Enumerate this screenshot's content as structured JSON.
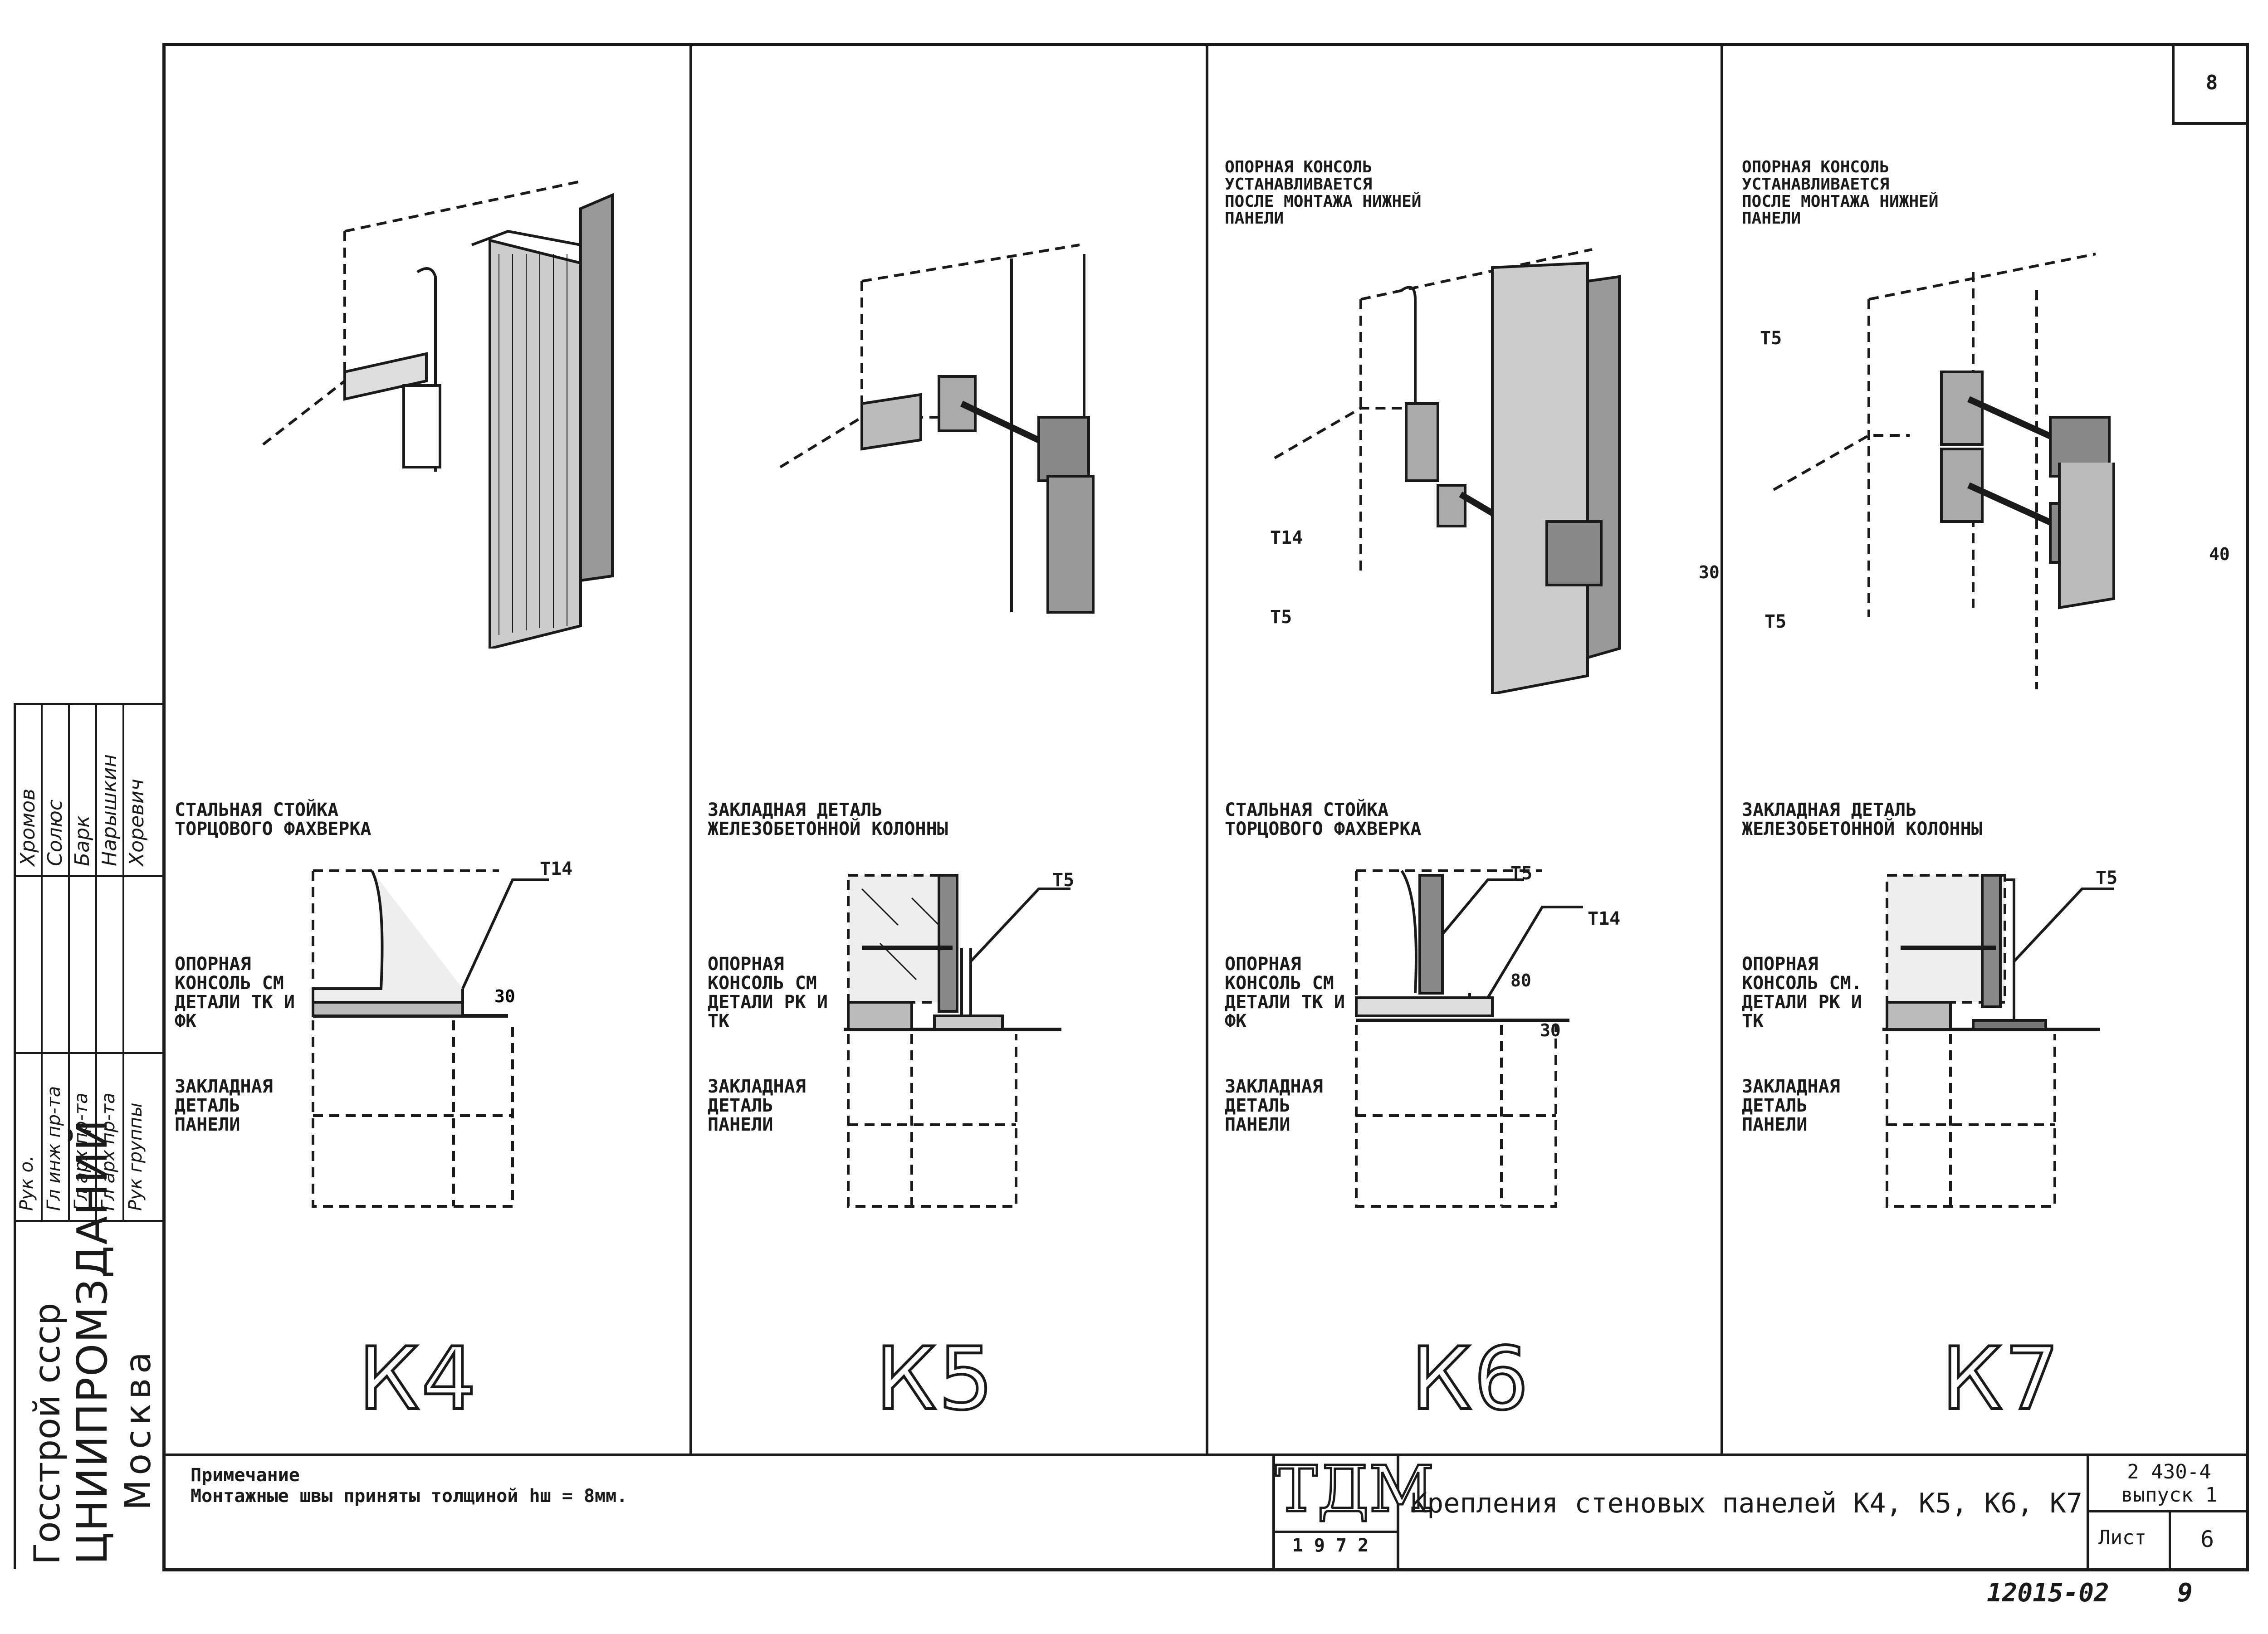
{
  "sheet_corner_number": "8",
  "panels": [
    {
      "id": "K4",
      "label": "К4"
    },
    {
      "id": "K5",
      "label": "К5"
    },
    {
      "id": "K6",
      "label": "К6"
    },
    {
      "id": "K7",
      "label": "К7"
    }
  ],
  "callouts": {
    "k6_console_note": "Опорная консоль устанавливается после монтажа нижней панели",
    "k7_console_note": "Опорная консоль устанавливается после монтажа нижней панели",
    "k4_steel_post": "Стальная стойка торцового фахверка",
    "k4_support_console": "Опорная консоль см детали ТК и ФК",
    "k4_embedded": "Закладная деталь панели",
    "k5_embedded_column": "Закладная деталь железобетонной колонны",
    "k5_support_console": "Опорная консоль см детали РК и ТК",
    "k5_embedded": "Закладная деталь панели",
    "k6_steel_post": "Стальная стойка торцового фахверка",
    "k6_support_console": "Опорная консоль см детали ТК и ФК",
    "k6_embedded": "Закладная деталь панели",
    "k7_embedded_column": "Закладная деталь железобетонной колонны",
    "k7_support_console": "Опорная консоль см. детали РК и ТК",
    "k7_embedded": "Закладная деталь панели"
  },
  "weld_marks": {
    "k4_t": "Т14",
    "k5_t": "Т5",
    "k6_t5_iso": "Т5",
    "k6_t14_iso": "Т14",
    "k6_t5": "Т5",
    "k6_t14": "Т14",
    "k7_t5_top": "Т5",
    "k7_t5_bottom": "Т5",
    "k7_t5": "Т5"
  },
  "dimensions": {
    "k4_30": "30",
    "k6_iso_30": "30",
    "k6_80": "80",
    "k6_30": "30",
    "k7_iso_40": "40"
  },
  "side_stamp": {
    "org_line1": "Госстрой ссср",
    "org_line2": "ЦНИИПРОМЗДАНИЙ",
    "org_line3": "Москва",
    "roles": [
      "Рук о.",
      "Гл инж пр-та",
      "Гл арх пр-та",
      "Гл арх пр-та",
      "Рук группы"
    ],
    "names": [
      "Хромов",
      "Солюс",
      "Барк",
      "Нарышкин",
      "Хоревич"
    ]
  },
  "footer": {
    "note_title": "Примечание",
    "note_text": "Монтажные швы приняты толщиной hш = 8мм.",
    "logo_main": "ТДМ",
    "logo_year": "1972",
    "title": "Крепления стеновых панелей К4, К5, К6, К7",
    "series": "2 430-4",
    "issue": "выпуск 1",
    "sheet_label": "Лист",
    "sheet_number": "6"
  },
  "bottom_marks": {
    "inventory": "12015-02",
    "page": "9"
  },
  "colors": {
    "ink": "#1a1a1a",
    "paper": "#ffffff"
  }
}
